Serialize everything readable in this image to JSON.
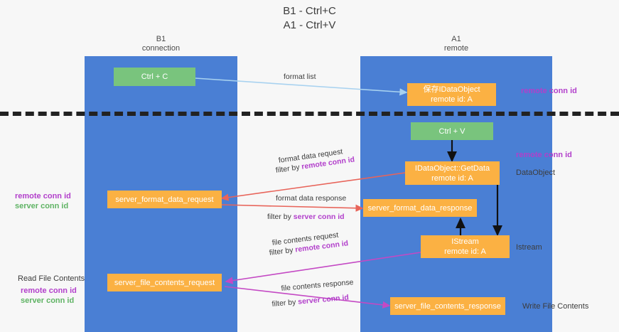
{
  "title": {
    "line1": "B1 - Ctrl+C",
    "line2": "A1 - Ctrl+V"
  },
  "columns": [
    {
      "name": "B1",
      "role": "connection"
    },
    {
      "name": "A1",
      "role": "remote"
    }
  ],
  "nodes": {
    "ctrl_c": "Ctrl + C",
    "ctrl_v": "Ctrl + V",
    "save_idataobject_l1": "保存IDataObject",
    "save_idataobject_l2": "remote id: A",
    "getdata_l1": "IDataObject::GetData",
    "getdata_l2": "remote id: A",
    "istream_l1": "IStream",
    "istream_l2": "remote id: A",
    "server_format_data_request": "server_format_data_request",
    "server_format_data_response": "server_format_data_response",
    "server_file_contents_request": "server_file_contents_request",
    "server_file_contents_response": "server_file_contents_response"
  },
  "right_labels": {
    "remote_conn_id_top": "remote conn id",
    "remote_conn_id_mid": "remote conn id",
    "dataobject": "DataObject",
    "istream": "Istream",
    "write_file_contents": "Write File Contents"
  },
  "left_labels": {
    "remote_conn_id": "remote conn id",
    "server_conn_id": "server conn id",
    "read_file_contents": "Read File Contents",
    "remote_conn_id_2": "remote conn id",
    "server_conn_id_2": "server conn id"
  },
  "wire_labels": {
    "format_list": "format list",
    "format_data_request": "format data request",
    "filter_by_remote_1_prefix": "filter by ",
    "filter_by_remote_1_key": "remote conn id",
    "format_data_response": "format data response",
    "filter_by_server_1_prefix": "filter by ",
    "filter_by_server_1_key": "server conn id",
    "file_contents_request": "file contents request",
    "filter_by_remote_2_prefix": "filter by ",
    "filter_by_remote_2_key": "remote conn id",
    "file_contents_response": "file contents response",
    "filter_by_server_2_prefix": "filter by ",
    "filter_by_server_2_key": "server conn id"
  },
  "colors": {
    "lane": "#4a7fd4",
    "green_node": "#79c47d",
    "orange_node": "#fbb143",
    "purple": "#b23fcb",
    "green_text": "#5fb364",
    "red_arrow": "#e8645a",
    "blue_arrow": "#a8d2f0",
    "magenta_arrow": "#c449c4",
    "background": "#f7f7f7"
  }
}
